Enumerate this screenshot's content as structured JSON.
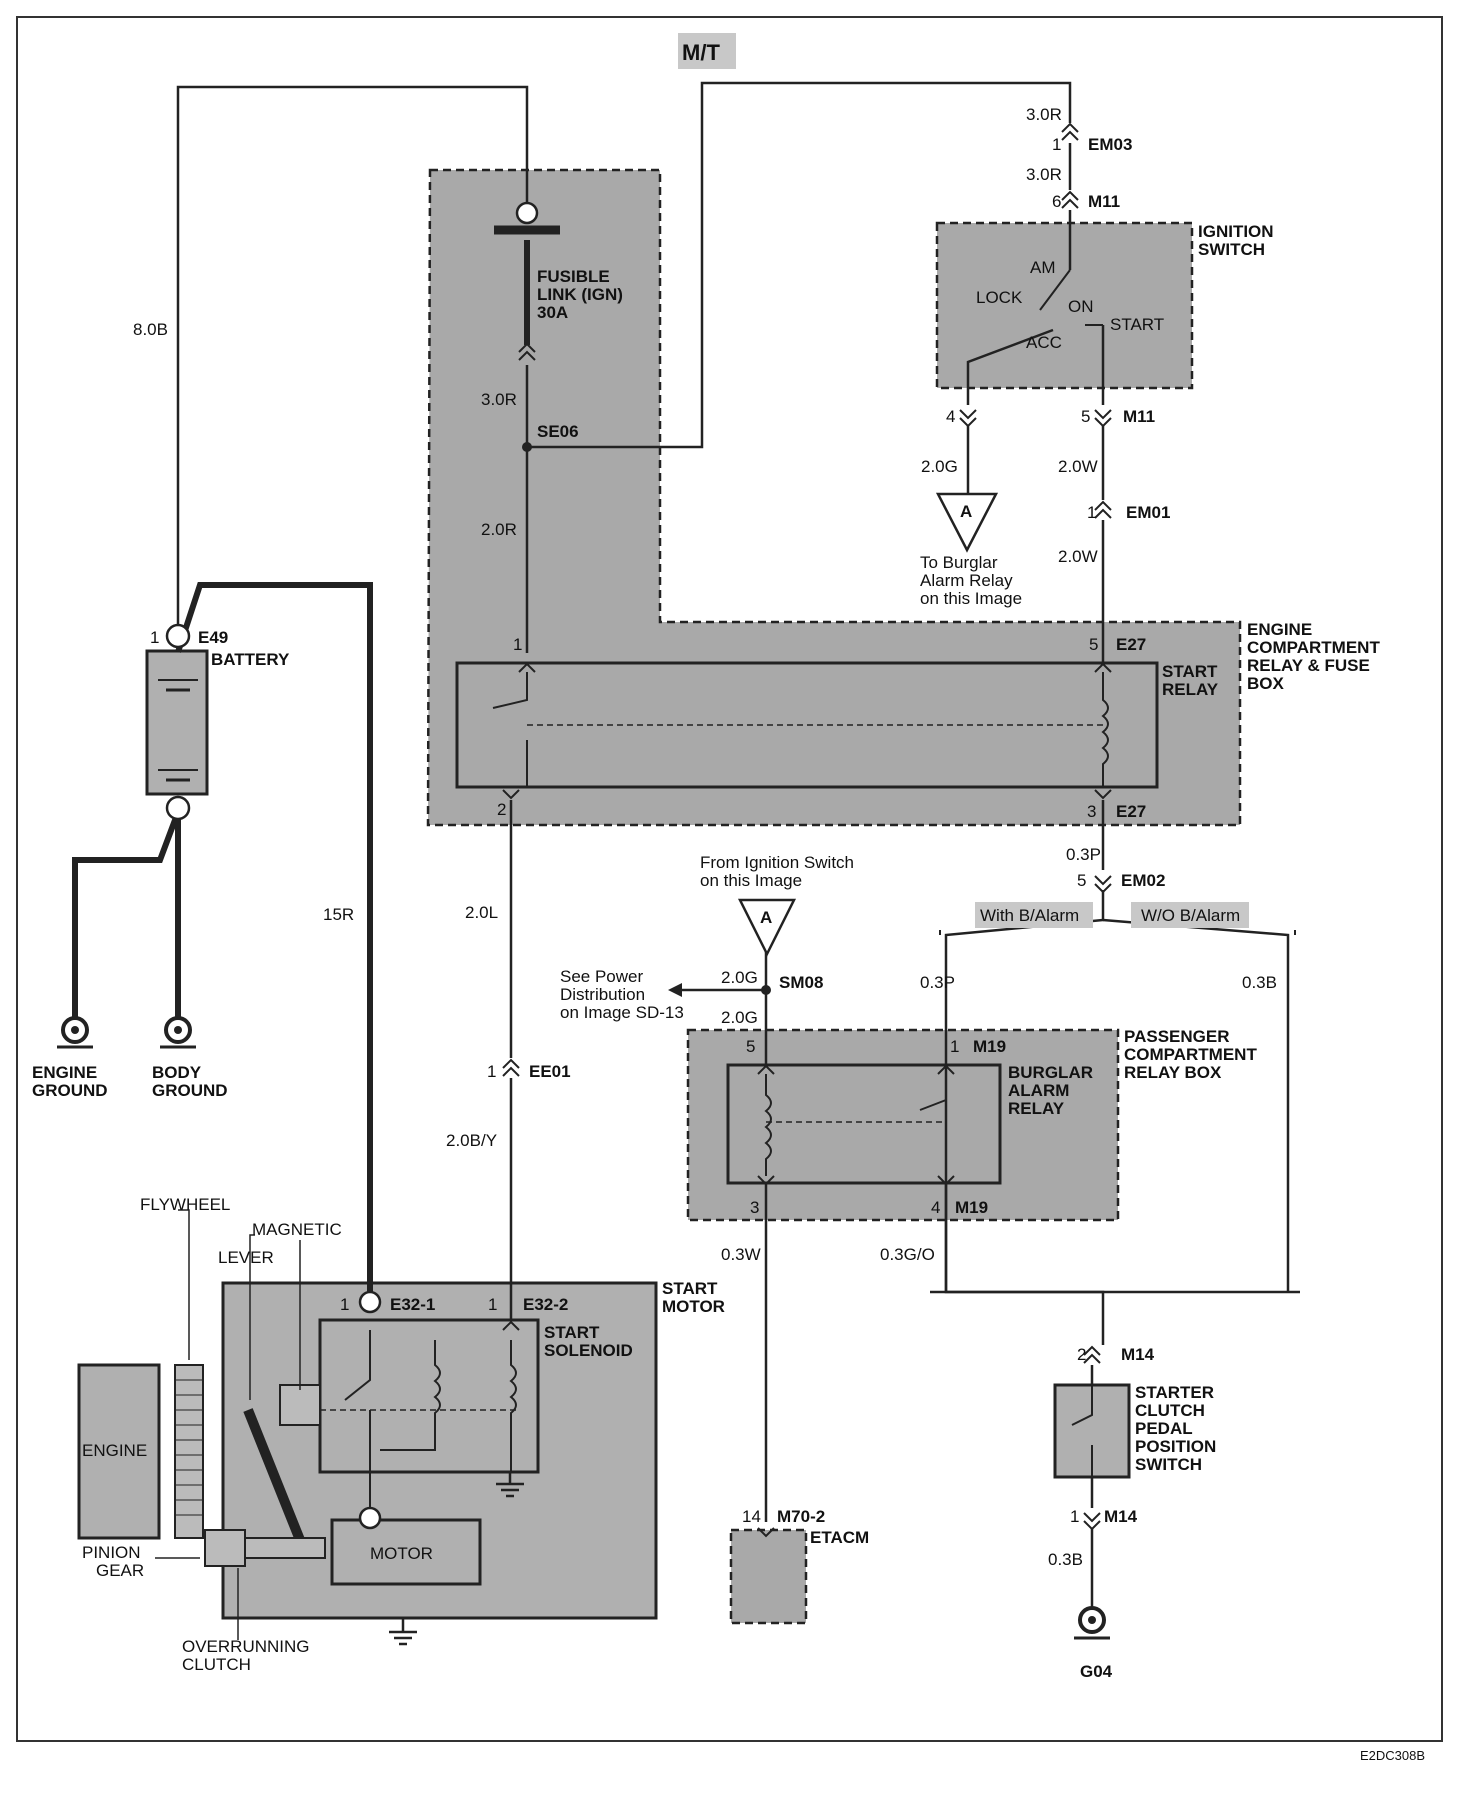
{
  "title": "M/T",
  "code": "E2DC308B",
  "wires": {
    "bat_pos_top": "8.0B",
    "bat_start": "15R",
    "em03": "3.0R",
    "m11_top": "3.0R",
    "fuse_out": "3.0R",
    "se06_down": "2.0R",
    "ign_acc": "2.0G",
    "ign_start_a": "2.0W",
    "ign_start_b": "2.0W",
    "relay_out": "2.0L",
    "ee01_down": "2.0B/Y",
    "e27_out": "0.3P",
    "alarm_branch": "0.3P",
    "noalarm_branch": "0.3B",
    "sm08_top": "2.0G",
    "sm08_down": "2.0G",
    "etacm": "0.3W",
    "m19_out": "0.3G/O",
    "ground": "0.3B"
  },
  "connectors": {
    "em03": "EM03",
    "em03_pin": "1",
    "m11a": "M11",
    "m11a_pin": "6",
    "m11b": "M11",
    "m11b_pin4": "4",
    "m11b_pin5": "5",
    "em01": "EM01",
    "em01_pin": "1",
    "se06": "SE06",
    "e27a": "E27",
    "e27a_pin": "5",
    "e27_pin1": "1",
    "e27b": "E27",
    "e27b_pin": "3",
    "e27_pin2": "2",
    "em02": "EM02",
    "em02_pin": "5",
    "ee01": "EE01",
    "ee01_pin": "1",
    "e49": "E49",
    "e49_pin": "1",
    "sm08": "SM08",
    "m19a": "M19",
    "m19a_pin": "1",
    "m19_pin5": "5",
    "m19b": "M19",
    "m19b_pin": "4",
    "m19_pin3": "3",
    "m14a": "M14",
    "m14a_pin": "2",
    "m14b": "M14",
    "m14b_pin": "1",
    "m70": "M70-2",
    "m70_pin": "14",
    "e32a": "E32-1",
    "e32a_pin": "1",
    "e32b": "E32-2",
    "e32b_pin": "1",
    "g04": "G04"
  },
  "labels": {
    "fusible": [
      "FUSIBLE",
      "LINK (IGN)",
      "30A"
    ],
    "ignition": [
      "IGNITION",
      "SWITCH"
    ],
    "am": "AM",
    "lock": "LOCK",
    "on": "ON",
    "acc": "ACC",
    "start": "START",
    "burglar_to": [
      "To Burglar",
      "Alarm Relay",
      "on this Image"
    ],
    "engine_box": [
      "ENGINE",
      "COMPARTMENT",
      "RELAY & FUSE",
      "BOX"
    ],
    "start_relay": [
      "START",
      "RELAY"
    ],
    "battery": "BATTERY",
    "engine_ground": [
      "ENGINE",
      "GROUND"
    ],
    "body_ground": [
      "BODY",
      "GROUND"
    ],
    "from_ign": [
      "From Ignition Switch",
      "on this Image"
    ],
    "with_alarm": "With B/Alarm",
    "wo_alarm": "W/O B/Alarm",
    "see_power": [
      "See Power",
      "Distribution",
      "on Image SD-13"
    ],
    "passenger_box": [
      "PASSENGER",
      "COMPARTMENT",
      "RELAY BOX"
    ],
    "burglar_relay": [
      "BURGLAR",
      "ALARM",
      "RELAY"
    ],
    "flywheel": "FLYWHEEL",
    "magnetic": "MAGNETIC",
    "lever": "LEVER",
    "start_motor": [
      "START",
      "MOTOR"
    ],
    "start_solenoid": [
      "START",
      "SOLENOID"
    ],
    "engine": "ENGINE",
    "motor": "MOTOR",
    "pinion": [
      "PINION",
      "GEAR"
    ],
    "overrunning": [
      "OVERRUNNING",
      "CLUTCH"
    ],
    "etacm": "ETACM",
    "starter_switch": [
      "STARTER",
      "CLUTCH",
      "PEDAL",
      "POSITION",
      "SWITCH"
    ],
    "a_symbol": "A"
  }
}
